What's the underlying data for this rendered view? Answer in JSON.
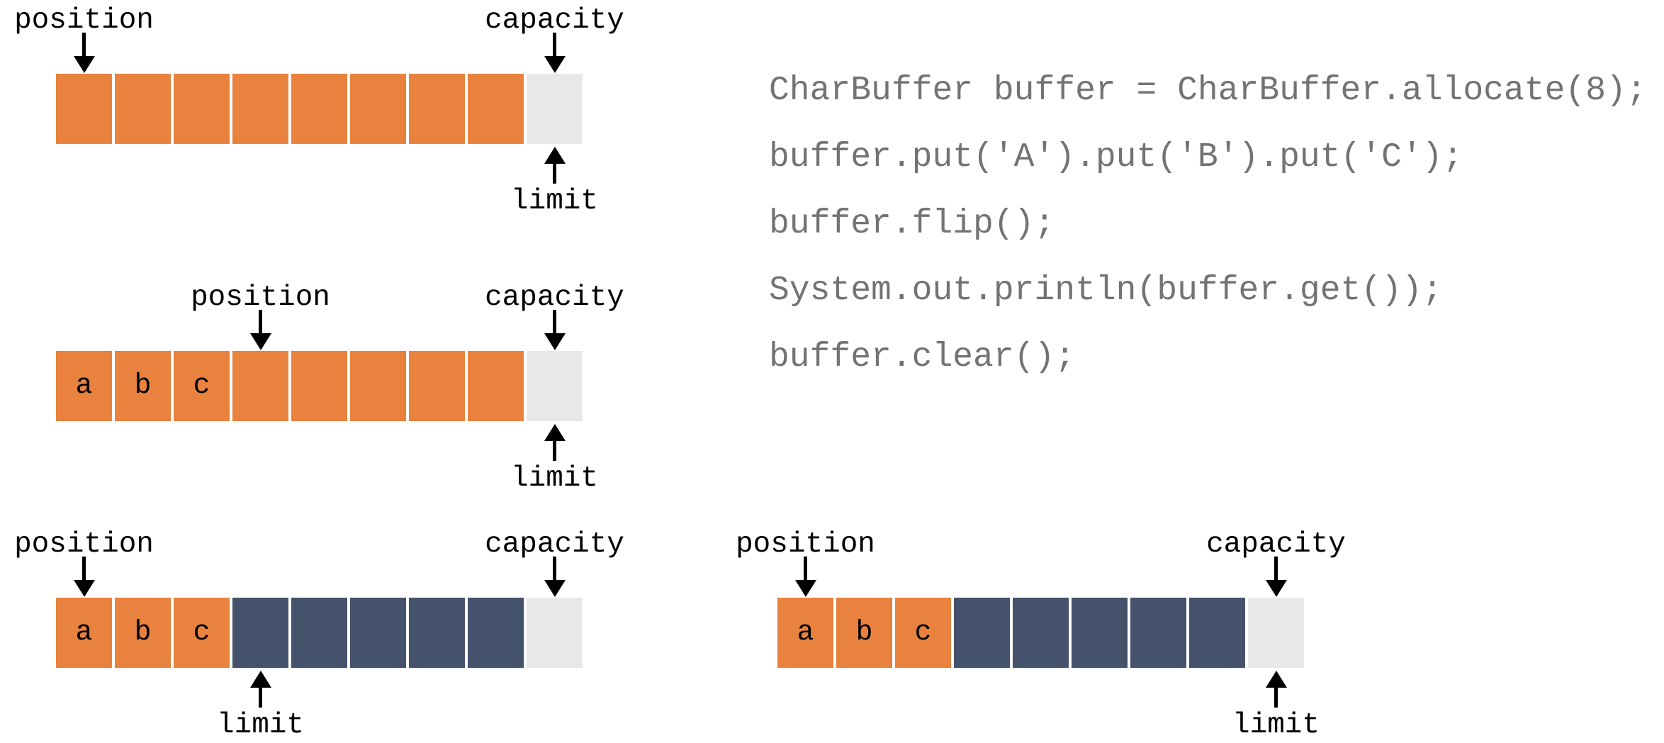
{
  "palette": {
    "background": "#FFFFFF",
    "cell_filled": "#E8823E",
    "cell_after_limit": "#45526B",
    "cell_unused": "#E8E8E8",
    "label_text": "#000000",
    "code_text": "#737373"
  },
  "pointer_labels": {
    "position": "position",
    "capacity": "capacity",
    "limit": "limit"
  },
  "buffer_capacity": 8,
  "code": {
    "lines": [
      "CharBuffer buffer = CharBuffer.allocate(8);",
      "buffer.put('A').put('B').put('C');",
      "buffer.flip();",
      "System.out.println(buffer.get());",
      "buffer.clear();"
    ]
  },
  "diagrams": [
    {
      "name": "after-allocate",
      "position_index": 0,
      "capacity_index": 8,
      "limit_index": 8,
      "cells": [
        {
          "state": "filled",
          "char": ""
        },
        {
          "state": "filled",
          "char": ""
        },
        {
          "state": "filled",
          "char": ""
        },
        {
          "state": "filled",
          "char": ""
        },
        {
          "state": "filled",
          "char": ""
        },
        {
          "state": "filled",
          "char": ""
        },
        {
          "state": "filled",
          "char": ""
        },
        {
          "state": "filled",
          "char": ""
        },
        {
          "state": "unused",
          "char": ""
        }
      ]
    },
    {
      "name": "after-put",
      "position_index": 3,
      "capacity_index": 8,
      "limit_index": 8,
      "cells": [
        {
          "state": "filled",
          "char": "a"
        },
        {
          "state": "filled",
          "char": "b"
        },
        {
          "state": "filled",
          "char": "c"
        },
        {
          "state": "filled",
          "char": ""
        },
        {
          "state": "filled",
          "char": ""
        },
        {
          "state": "filled",
          "char": ""
        },
        {
          "state": "filled",
          "char": ""
        },
        {
          "state": "filled",
          "char": ""
        },
        {
          "state": "unused",
          "char": ""
        }
      ]
    },
    {
      "name": "after-flip",
      "position_index": 0,
      "capacity_index": 8,
      "limit_index": 3,
      "cells": [
        {
          "state": "filled",
          "char": "a"
        },
        {
          "state": "filled",
          "char": "b"
        },
        {
          "state": "filled",
          "char": "c"
        },
        {
          "state": "after-limit",
          "char": ""
        },
        {
          "state": "after-limit",
          "char": ""
        },
        {
          "state": "after-limit",
          "char": ""
        },
        {
          "state": "after-limit",
          "char": ""
        },
        {
          "state": "after-limit",
          "char": ""
        },
        {
          "state": "unused",
          "char": ""
        }
      ]
    },
    {
      "name": "after-clear",
      "position_index": 0,
      "capacity_index": 8,
      "limit_index": 8,
      "cells": [
        {
          "state": "filled",
          "char": "a"
        },
        {
          "state": "filled",
          "char": "b"
        },
        {
          "state": "filled",
          "char": "c"
        },
        {
          "state": "after-limit",
          "char": ""
        },
        {
          "state": "after-limit",
          "char": ""
        },
        {
          "state": "after-limit",
          "char": ""
        },
        {
          "state": "after-limit",
          "char": ""
        },
        {
          "state": "after-limit",
          "char": ""
        },
        {
          "state": "unused",
          "char": ""
        }
      ]
    }
  ]
}
